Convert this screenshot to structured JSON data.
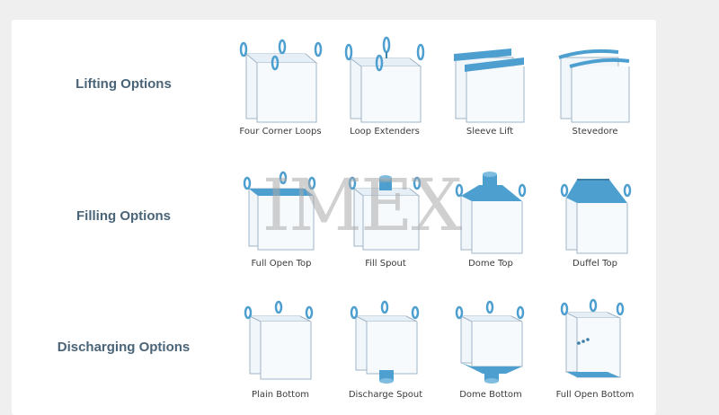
{
  "rows": [
    {
      "label": "Lifting Options",
      "items": [
        "Four Corner Loops",
        "Loop Extenders",
        "Sleeve Lift",
        "Stevedore"
      ]
    },
    {
      "label": "Filling Options",
      "items": [
        "Full Open Top",
        "Fill Spout",
        "Dome Top",
        "Duffel Top"
      ]
    },
    {
      "label": "Discharging Options",
      "items": [
        "Plain Bottom",
        "Discharge Spout",
        "Dome Bottom",
        "Full Open Bottom"
      ]
    }
  ],
  "watermark": "IMEX",
  "colors": {
    "accent": "#4d9fd0",
    "bag_fill": "#f1f6fb",
    "bag_stroke": "#9fb4c6",
    "label": "#4a6478"
  }
}
